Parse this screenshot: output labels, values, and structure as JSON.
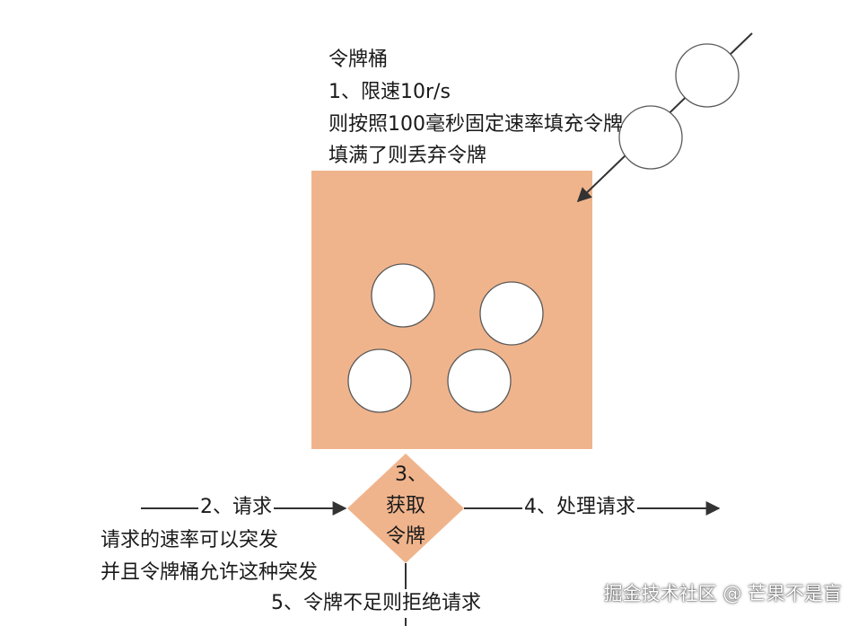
{
  "bucket_note": {
    "title": "令牌桶",
    "line1": "1、限速10r/s",
    "line2": "则按照100毫秒固定速率填充令牌",
    "line3": "填满了则丢弃令牌"
  },
  "request_label": "2、请求",
  "acquire": {
    "line1": "3、",
    "line2": "获取",
    "line3": "令牌"
  },
  "process_label": "4、处理请求",
  "burst_note": {
    "line1": "请求的速率可以突发",
    "line2": "并且令牌桶允许这种突发"
  },
  "reject_label": "5、令牌不足则拒绝请求",
  "watermark": "掘金技术社区 @ 芒果不是盲",
  "colors": {
    "bucket_fill": "#f0b48c",
    "line": "#333333",
    "token_fill": "#ffffff"
  }
}
